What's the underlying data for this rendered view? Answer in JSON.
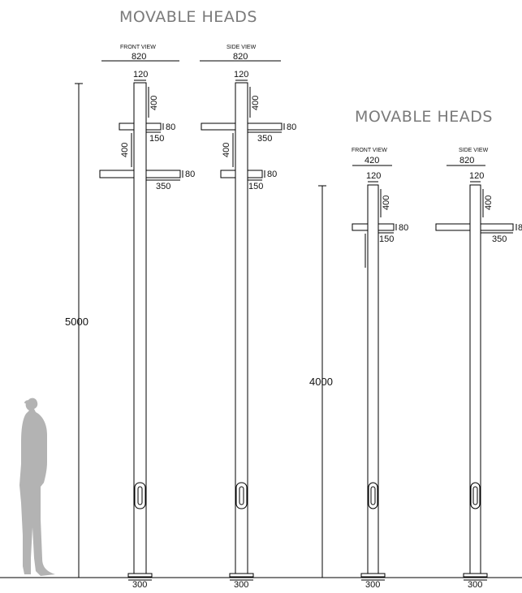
{
  "left_group": {
    "title": "MOVABLE HEADS",
    "front": {
      "view_label": "FRONT VIEW",
      "width": "820",
      "top": "120",
      "upper_arm_gap": "400",
      "arm_lower_gap": "400",
      "head_height_1": "80",
      "head_length_1": "150",
      "head_height_2": "80",
      "head_length_2": "350",
      "base": "300"
    },
    "side": {
      "view_label": "SIDE VIEW",
      "width": "820",
      "top": "120",
      "upper_arm_gap": "400",
      "arm_lower_gap": "400",
      "head_height_1": "80",
      "head_length_1": "350",
      "head_height_2": "80",
      "head_length_2": "150",
      "base": "300"
    },
    "height": "5000"
  },
  "right_group": {
    "title": "MOVABLE HEADS",
    "front": {
      "view_label": "FRONT VIEW",
      "width": "420",
      "top": "120",
      "upper_arm_gap": "400",
      "head_height": "80",
      "head_length": "150",
      "base": "300"
    },
    "side": {
      "view_label": "SIDE VIEW",
      "width": "820",
      "top": "120",
      "upper_arm_gap": "400",
      "head_height": "8",
      "head_length": "350",
      "base": "300"
    },
    "height": "4000"
  },
  "colors": {
    "line": "#000000",
    "title": "#7a7a7a",
    "figure": "#b3b3b3"
  },
  "icons": {
    "person": "human-silhouette-scale-figure"
  }
}
